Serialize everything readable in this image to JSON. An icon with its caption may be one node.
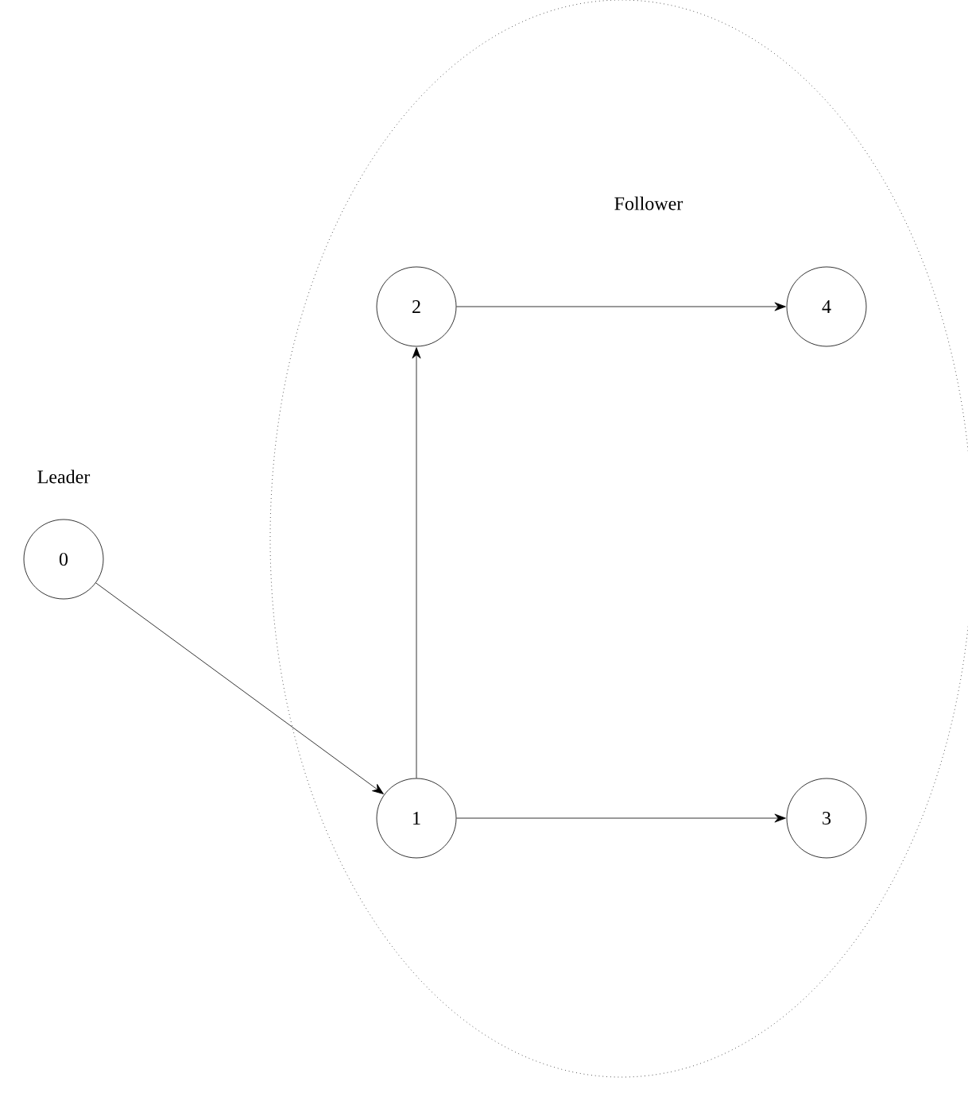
{
  "diagram": {
    "nodes": [
      {
        "text": [
          "Follower"
        ]
      },
      {
        "text": [
          "0"
        ],
        "beside": [
          "Leader"
        ]
      },
      {
        "text": [
          "1"
        ],
        "in": 0
      },
      {
        "text": [
          "2"
        ],
        "in": 0
      },
      {
        "text": [
          "4"
        ],
        "in": 0
      },
      {
        "text": [
          "3"
        ],
        "in": 0
      }
    ],
    "edges": [
      {
        "from": 1,
        "to": 2,
        "arrow": "to"
      },
      {
        "from": 2,
        "to": 3,
        "arrow": "to"
      },
      {
        "from": 3,
        "to": 4,
        "arrow": "to"
      },
      {
        "from": 2,
        "to": 5,
        "arrow": "to"
      }
    ]
  }
}
